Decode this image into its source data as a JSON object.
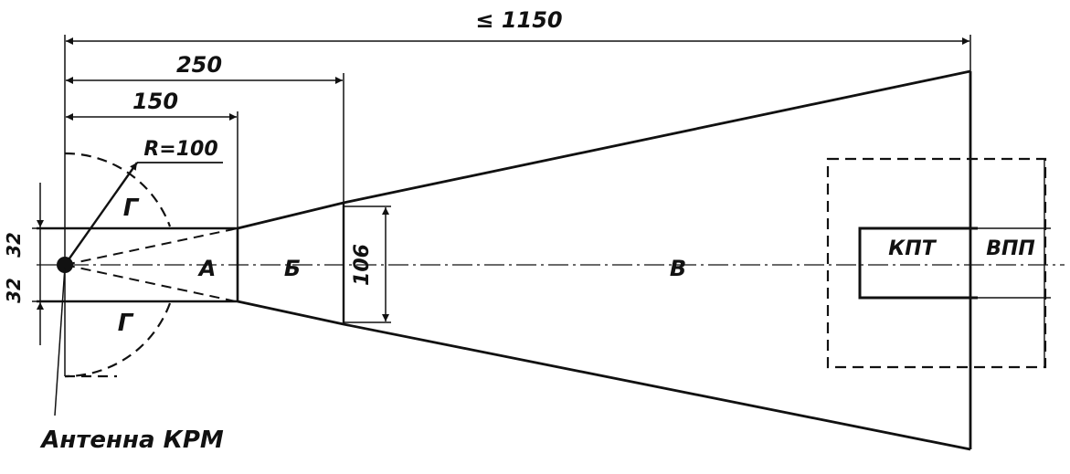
{
  "dimensions": {
    "total_length": "≤ 1150",
    "zone_250": "250",
    "zone_150": "150",
    "radius": "R=100",
    "width_106": "106",
    "offset_top": "32",
    "offset_bottom": "32"
  },
  "zones": {
    "a": "А",
    "b": "Б",
    "v": "В",
    "g_top": "Г",
    "g_bottom": "Г"
  },
  "runway": {
    "kpt": "КПТ",
    "vpp": "ВПП"
  },
  "antenna": {
    "label": "Антенна КРМ"
  },
  "colors": {
    "ink": "#111111",
    "background": "#ffffff"
  }
}
